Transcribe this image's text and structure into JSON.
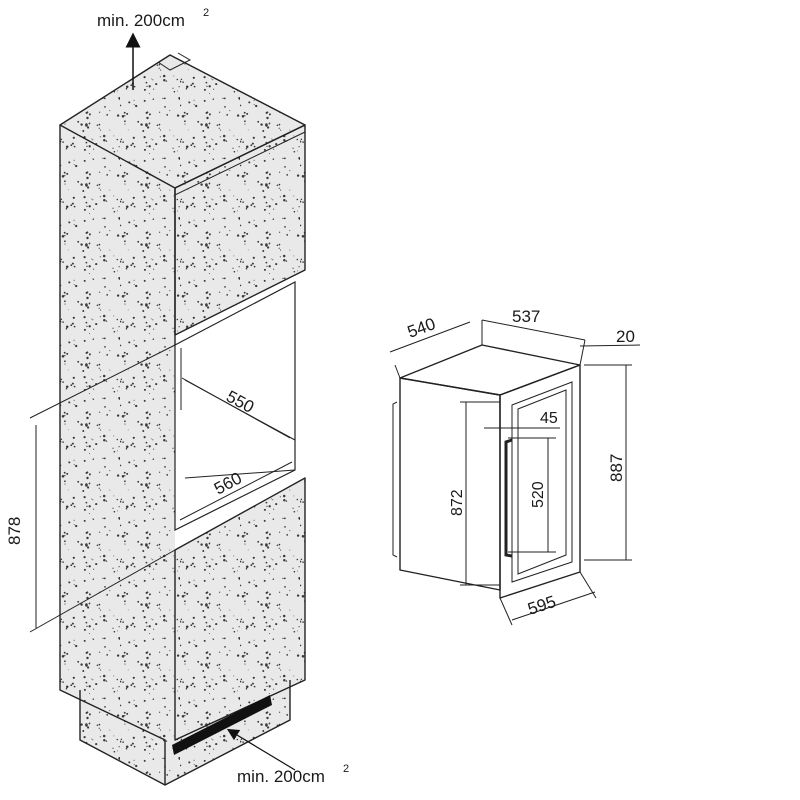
{
  "colors": {
    "ink": "#222222",
    "granite_base": "#e9e9e9",
    "granite_speckle": "#3a3a3a",
    "niche_fill": "#ffffff",
    "appliance_dark": "#111111"
  },
  "cabinet_diagram": {
    "vent_top_label": "min. 200cm",
    "vent_top_sup": "2",
    "vent_bottom_label": "min. 200cm",
    "vent_bottom_sup": "2",
    "niche_height": "878",
    "niche_depth": "550",
    "niche_width": "560"
  },
  "appliance_diagram": {
    "depth_total": "540",
    "depth_body": "537",
    "door_offset": "20",
    "height_total": "887",
    "height_body": "872",
    "handle_length": "520",
    "handle_offset": "45",
    "width": "595"
  }
}
